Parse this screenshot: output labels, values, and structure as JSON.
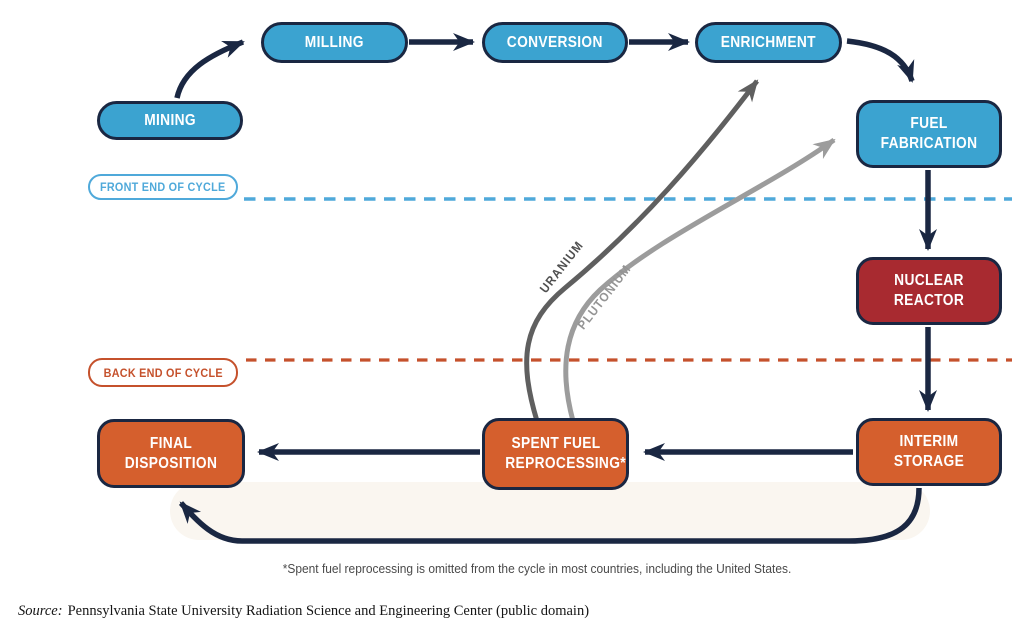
{
  "nodes": {
    "mining": {
      "label": "MINING"
    },
    "milling": {
      "label": "MILLING"
    },
    "conversion": {
      "label": "CONVERSION"
    },
    "enrichment": {
      "label": "ENRICHMENT"
    },
    "fuel_fabrication": {
      "label": "FUEL FABRICATION"
    },
    "nuclear_reactor": {
      "label": "NUCLEAR REACTOR"
    },
    "interim_storage": {
      "label": "INTERIM STORAGE"
    },
    "spent_fuel_reprocessing": {
      "label": "SPENT FUEL REPROCESSING*"
    },
    "final_disposition": {
      "label": "FINAL DISPOSITION"
    }
  },
  "zones": {
    "front_end": {
      "label": "FRONT END OF CYCLE"
    },
    "back_end": {
      "label": "BACK END OF CYCLE"
    }
  },
  "flows": {
    "uranium": {
      "label": "URANIUM"
    },
    "plutonium": {
      "label": "PLUTONIUM"
    }
  },
  "edges": [
    {
      "from": "mining",
      "to": "milling"
    },
    {
      "from": "milling",
      "to": "conversion"
    },
    {
      "from": "conversion",
      "to": "enrichment"
    },
    {
      "from": "enrichment",
      "to": "fuel_fabrication"
    },
    {
      "from": "fuel_fabrication",
      "to": "nuclear_reactor"
    },
    {
      "from": "nuclear_reactor",
      "to": "interim_storage"
    },
    {
      "from": "interim_storage",
      "to": "spent_fuel_reprocessing"
    },
    {
      "from": "spent_fuel_reprocessing",
      "to": "final_disposition"
    },
    {
      "from": "interim_storage",
      "to": "final_disposition"
    },
    {
      "from": "spent_fuel_reprocessing",
      "to": "enrichment",
      "material": "URANIUM"
    },
    {
      "from": "spent_fuel_reprocessing",
      "to": "fuel_fabrication",
      "material": "PLUTONIUM"
    }
  ],
  "footnote": "*Spent fuel reprocessing is omitted from the cycle in most countries, including the United States.",
  "source": {
    "prefix": "Source:",
    "text": "Pennsylvania State University Radiation Science and Engineering Center (public domain)"
  },
  "colors": {
    "node_blue": "#3BA3D0",
    "node_red": "#A82A30",
    "node_orange": "#D55F2D",
    "outline_navy": "#1A2742",
    "front_end_blue": "#4FA9DA",
    "back_end_orange": "#C5512C",
    "uranium_gray": "#5F5F5F",
    "plutonium_gray": "#9C9C9C"
  }
}
